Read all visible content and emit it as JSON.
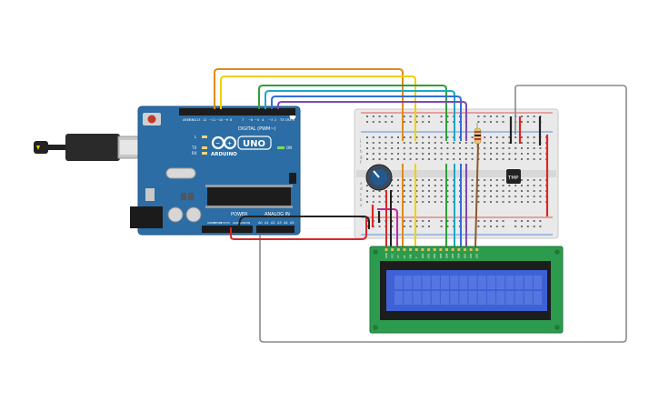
{
  "arduino": {
    "brand": "ARDUINO",
    "model": "UNO",
    "digital_label": "DIGITAL (PWM~)",
    "power_label": "POWER",
    "analog_label": "ANALOG IN",
    "led_l": "L",
    "led_tx": "TX",
    "led_rx": "RX",
    "led_on": "ON",
    "digital_pins": [
      "AREF",
      "GND",
      "13",
      "12",
      "~11",
      "~10",
      "~9",
      "8",
      "7",
      "~6",
      "~5",
      "4",
      "~3",
      "2",
      "TX 1",
      "RX 0"
    ],
    "power_pins": [
      "IOREF",
      "RESET",
      "3.3V",
      "5V",
      "GND",
      "GND",
      "VIN"
    ],
    "analog_pins": [
      "A0",
      "A1",
      "A2",
      "A3",
      "A4",
      "A5"
    ]
  },
  "breadboard": {
    "rows_top": [
      "j",
      "i",
      "h",
      "g",
      "f"
    ],
    "rows_bottom": [
      "e",
      "d",
      "c",
      "b",
      "a"
    ]
  },
  "sensor": {
    "label": "TMP"
  },
  "lcd": {
    "pins": [
      "GND",
      "VCC",
      "V0",
      "RS",
      "RW",
      "E",
      "DB0",
      "DB1",
      "DB2",
      "DB3",
      "DB4",
      "DB5",
      "DB6",
      "DB7",
      "LED",
      "LED"
    ]
  },
  "colors": {
    "board": "#2b6da4",
    "breadboard": "#e9e9e9",
    "lcd_pcb": "#2d9b4d",
    "lcd_screen": "#3e62d6",
    "wire_orange": "#e08a1a",
    "wire_yellow": "#f0d000",
    "wire_green": "#2ea03a",
    "wire_cyan": "#1fa7c7",
    "wire_blue": "#2f6fd6",
    "wire_purple": "#7b4ab8",
    "wire_red": "#d82828",
    "wire_black": "#222222",
    "wire_grey": "#8a8a8a",
    "wire_magenta": "#c02a9a",
    "wire_brown": "#8b5a2b"
  }
}
